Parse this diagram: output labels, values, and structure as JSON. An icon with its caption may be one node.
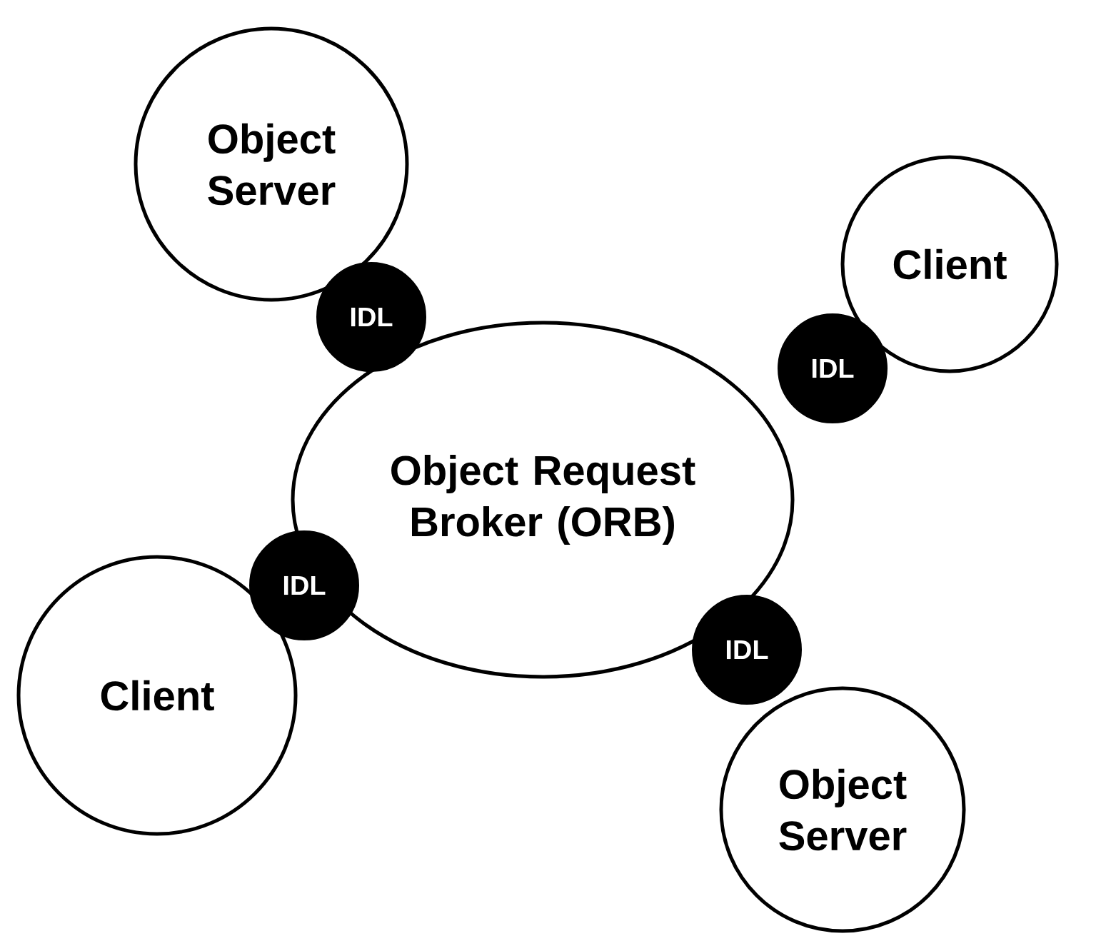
{
  "diagram": {
    "nodes": [
      {
        "text": [
          "Object Server"
        ]
      },
      {
        "text": [
          "IDL"
        ]
      },
      {
        "text": [
          "Client"
        ]
      },
      {
        "text": [
          "IDL"
        ]
      },
      {
        "text": [
          "Object Request Broker (ORB)"
        ]
      },
      {
        "text": [
          "IDL"
        ]
      },
      {
        "text": [
          "Client"
        ]
      },
      {
        "text": [
          "IDL"
        ]
      },
      {
        "text": [
          "Object Server"
        ]
      }
    ]
  }
}
